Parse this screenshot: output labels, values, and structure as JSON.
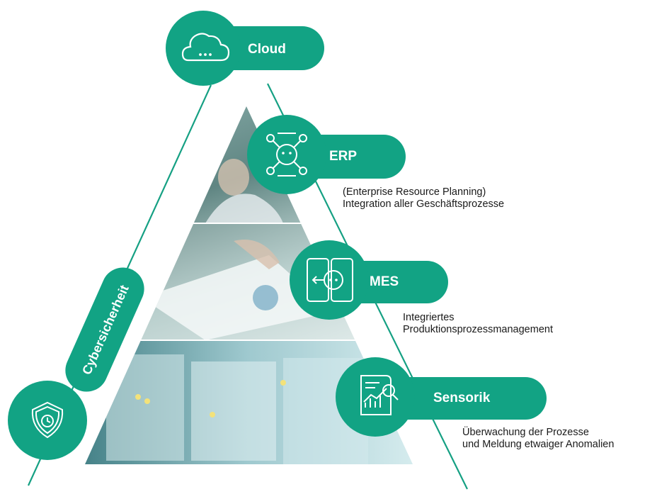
{
  "colors": {
    "accent": "#12a384",
    "accent_dark": "#0e8a70",
    "line": "#15a083",
    "text": "#1a1a1a"
  },
  "cloud": {
    "label": "Cloud",
    "icon": "cloud-icon"
  },
  "layers": [
    {
      "id": "erp",
      "label": "ERP",
      "icon": "network-nodes-icon",
      "description": [
        "(Enterprise Resource Planning)",
        "Integration aller Geschäftsprozesse"
      ]
    },
    {
      "id": "mes",
      "label": "MES",
      "icon": "mobile-sync-icon",
      "description": [
        "Integriertes",
        "Produktionsprozessmanagement"
      ]
    },
    {
      "id": "sensorik",
      "label": "Sensorik",
      "icon": "report-magnifier-icon",
      "description": [
        "Überwachung der Prozesse",
        "und Meldung etwaiger Anomalien"
      ]
    }
  ],
  "security": {
    "label": "Cybersicherheit",
    "icon": "shield-clock-icon"
  }
}
